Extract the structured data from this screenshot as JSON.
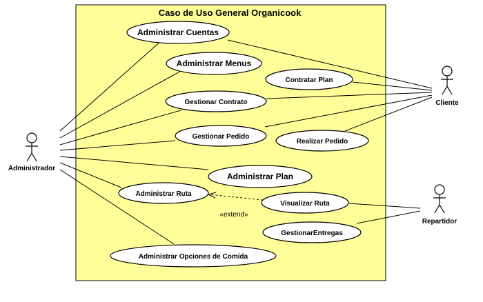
{
  "diagram": {
    "title": "Caso de Uso General Organicook",
    "colors": {
      "boundary_fill": "#ffff99",
      "boundary_stroke": "#000000",
      "usecase_fill": "#ffffff",
      "line": "#000000"
    }
  },
  "actors": {
    "administrador": {
      "label": "Administrador"
    },
    "cliente": {
      "label": "Cliente"
    },
    "repartidor": {
      "label": "Repartidor"
    }
  },
  "use_cases": {
    "administrar_cuentas": "Administrar Cuentas",
    "administrar_menus": "Administrar Menus",
    "contratar_plan": "Contratar Plan",
    "gestionar_contrato": "Gestionar Contrato",
    "gestionar_pedido": "Gestionar Pedido",
    "realizar_pedido": "Realizar Pedido",
    "administrar_plan": "Administrar Plan",
    "administrar_ruta": "Administrar Ruta",
    "visualizar_ruta": "Visualizar Ruta",
    "gestionar_entregas": "GestionarEntregas",
    "administrar_opciones_comida": "Administrar Opciones de Comida"
  },
  "relations": {
    "extend_label": "«extend»"
  }
}
